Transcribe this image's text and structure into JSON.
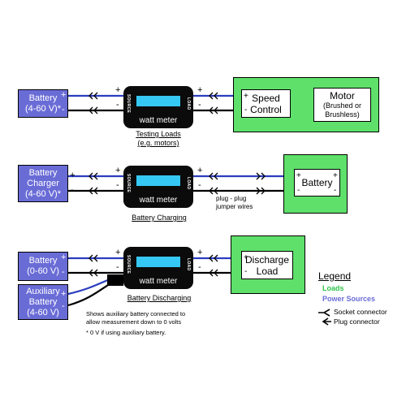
{
  "row1": {
    "source": [
      "Battery",
      "(4-60 V)*"
    ],
    "meter_label": "watt meter",
    "meter_side_left": "SOURCE",
    "meter_side_right": "LOAD",
    "caption": [
      "Testing Loads",
      "(e.g. motors)"
    ],
    "speed_control": [
      "Speed",
      "Control"
    ],
    "motor": [
      "Motor",
      "(Brushed or",
      "Brushless)"
    ]
  },
  "row2": {
    "source": [
      "Battery",
      "Charger",
      "(4-60 V)*"
    ],
    "meter_label": "watt meter",
    "meter_side_left": "SOURCE",
    "meter_side_right": "LOAD",
    "caption": "Battery Charging",
    "jumper_note": [
      "plug - plug",
      "jumper wires"
    ],
    "battery": "Battery"
  },
  "row3": {
    "source": [
      "Battery",
      "(0-60 V)"
    ],
    "aux_source": [
      "Auxiliary",
      "Battery",
      "(4-60 V)"
    ],
    "meter_label": "watt meter",
    "meter_side_left": "SOURCE",
    "meter_side_right": "LOAD",
    "caption": "Battery Discharging",
    "discharge": [
      "Discharge",
      "Load"
    ],
    "note": [
      "Shows auxiliary battery connected to",
      "allow measurement down to 0 volts"
    ],
    "footnote": "* 0 V if using auxiliary battery."
  },
  "legend": {
    "title": "Legend",
    "loads": "Loads",
    "power_sources": "Power Sources",
    "socket": "Socket connector",
    "plug": "Plug connector"
  },
  "terminals": {
    "plus": "+",
    "minus": "-"
  },
  "colors": {
    "source": "#6a6cd6",
    "load": "#5ee06a",
    "wire_pos": "#2a3dbf",
    "screen": "#36c8f4",
    "legend_loads": "#2ec44a",
    "legend_sources": "#6a6cd6"
  }
}
